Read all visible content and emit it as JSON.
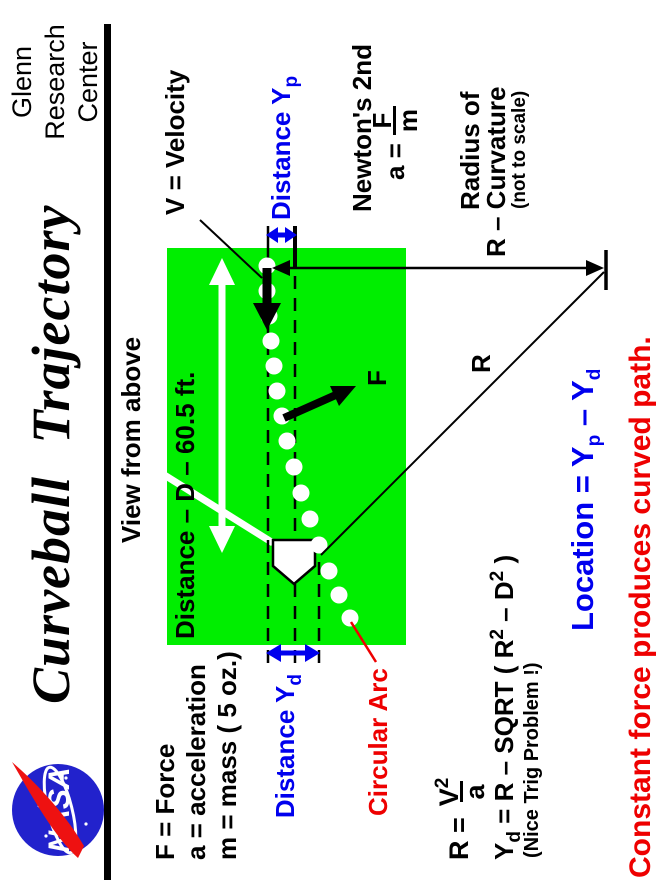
{
  "header": {
    "title": "Curveball Trajectory",
    "org_lines": [
      "Glenn",
      "Research",
      "Center"
    ],
    "logo_text": "NASA"
  },
  "field": {
    "view_label": "View from above",
    "distance_d": "Distance  –  D  –  60.5 ft."
  },
  "labels": {
    "velocity": "V = Velocity",
    "distance_y": "Distance Y",
    "p_sub": "p",
    "d_sub": "d",
    "force": "F",
    "radius_r": "R",
    "circular_arc": "Circular Arc"
  },
  "newton": {
    "title": "Newton's 2nd",
    "a_eq": "a  =",
    "f": "F",
    "m": "m"
  },
  "radius_label": {
    "line1": "Radius of",
    "line2": "R –  Curvature",
    "line3": "(not to scale)"
  },
  "definitions": [
    "F = Force",
    "a = acceleration",
    "m = mass ( 5 oz.)"
  ],
  "formula_r": {
    "lhs": "R =",
    "num": "V",
    "num_sup": "2",
    "den": "a"
  },
  "formula_yd": {
    "y": "Y",
    "sub": "d",
    "eq": " = R – SQRT ( R",
    "sup1": "2",
    "mid": " – D",
    "sup2": "2",
    "end": " )",
    "note": "(Nice Trig Problem !)"
  },
  "conclusion": {
    "loc_prefix": "Location  =  Y",
    "p": "p",
    "minus": " – ",
    "y2": "Y",
    "d": "d",
    "constant": "Constant force produces curved path."
  }
}
